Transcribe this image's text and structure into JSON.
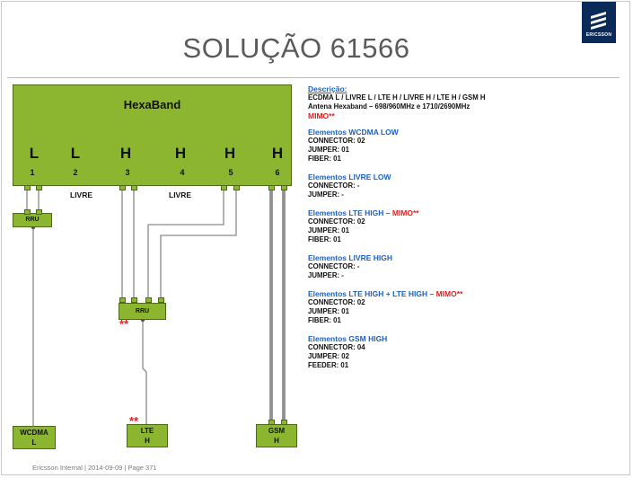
{
  "slide": {
    "title": "SOLUÇÃO 61566",
    "footer": "Ericsson Internal  |  2014-09-09  |  Page 371",
    "logo_text": "ERICSSON"
  },
  "antenna": {
    "name": "HexaBand",
    "bands": [
      "L",
      "L",
      "H",
      "H",
      "H",
      "H"
    ],
    "ports": [
      "1",
      "2",
      "3",
      "4",
      "5",
      "6"
    ],
    "livre_labels": [
      "LIVRE",
      "LIVRE"
    ]
  },
  "rru_labels": [
    "RRU",
    "RRU"
  ],
  "mimo_marks": [
    "**",
    "**"
  ],
  "endpoints": [
    {
      "line1": "WCDMA",
      "line2": "L"
    },
    {
      "line1": "LTE",
      "line2": "H"
    },
    {
      "line1": "GSM",
      "line2": "H"
    }
  ],
  "description": {
    "heading": "Descrição:",
    "line1": "ECDMA L / LIVRE L / LTE H / LIVRE H / LTE H / GSM H",
    "line2": "Antena Hexaband – 698/960MHz  e  1710/2690MHz",
    "mimo": "MIMO**"
  },
  "sections": [
    {
      "heading": "Elementos WCDMA LOW",
      "mimo": "",
      "lines": [
        "CONNECTOR: 02",
        "JUMPER: 01",
        "FIBER: 01"
      ]
    },
    {
      "heading": "Elementos LIVRE LOW",
      "mimo": "",
      "lines": [
        "CONNECTOR: -",
        "JUMPER: -"
      ]
    },
    {
      "heading": "Elementos LTE HIGH – ",
      "mimo": "MIMO**",
      "lines": [
        "CONNECTOR: 02",
        "JUMPER: 01",
        "FIBER: 01"
      ]
    },
    {
      "heading": "Elementos LIVRE HIGH",
      "mimo": "",
      "lines": [
        "CONNECTOR: -",
        "JUMPER: -"
      ]
    },
    {
      "heading": "Elementos LTE HIGH + LTE HIGH – ",
      "mimo": "MIMO**",
      "lines": [
        "CONNECTOR: 02",
        "JUMPER: 01",
        "FIBER: 01"
      ]
    },
    {
      "heading": "Elementos GSM HIGH",
      "mimo": "",
      "lines": [
        "CONNECTOR: 04",
        "JUMPER: 02",
        "FEEDER: 01"
      ]
    }
  ],
  "colors": {
    "block_green": "#8cb630",
    "heading_blue": "#1a62c4",
    "mimo_red": "#e31d1d",
    "logo_navy": "#0a2a5a"
  }
}
